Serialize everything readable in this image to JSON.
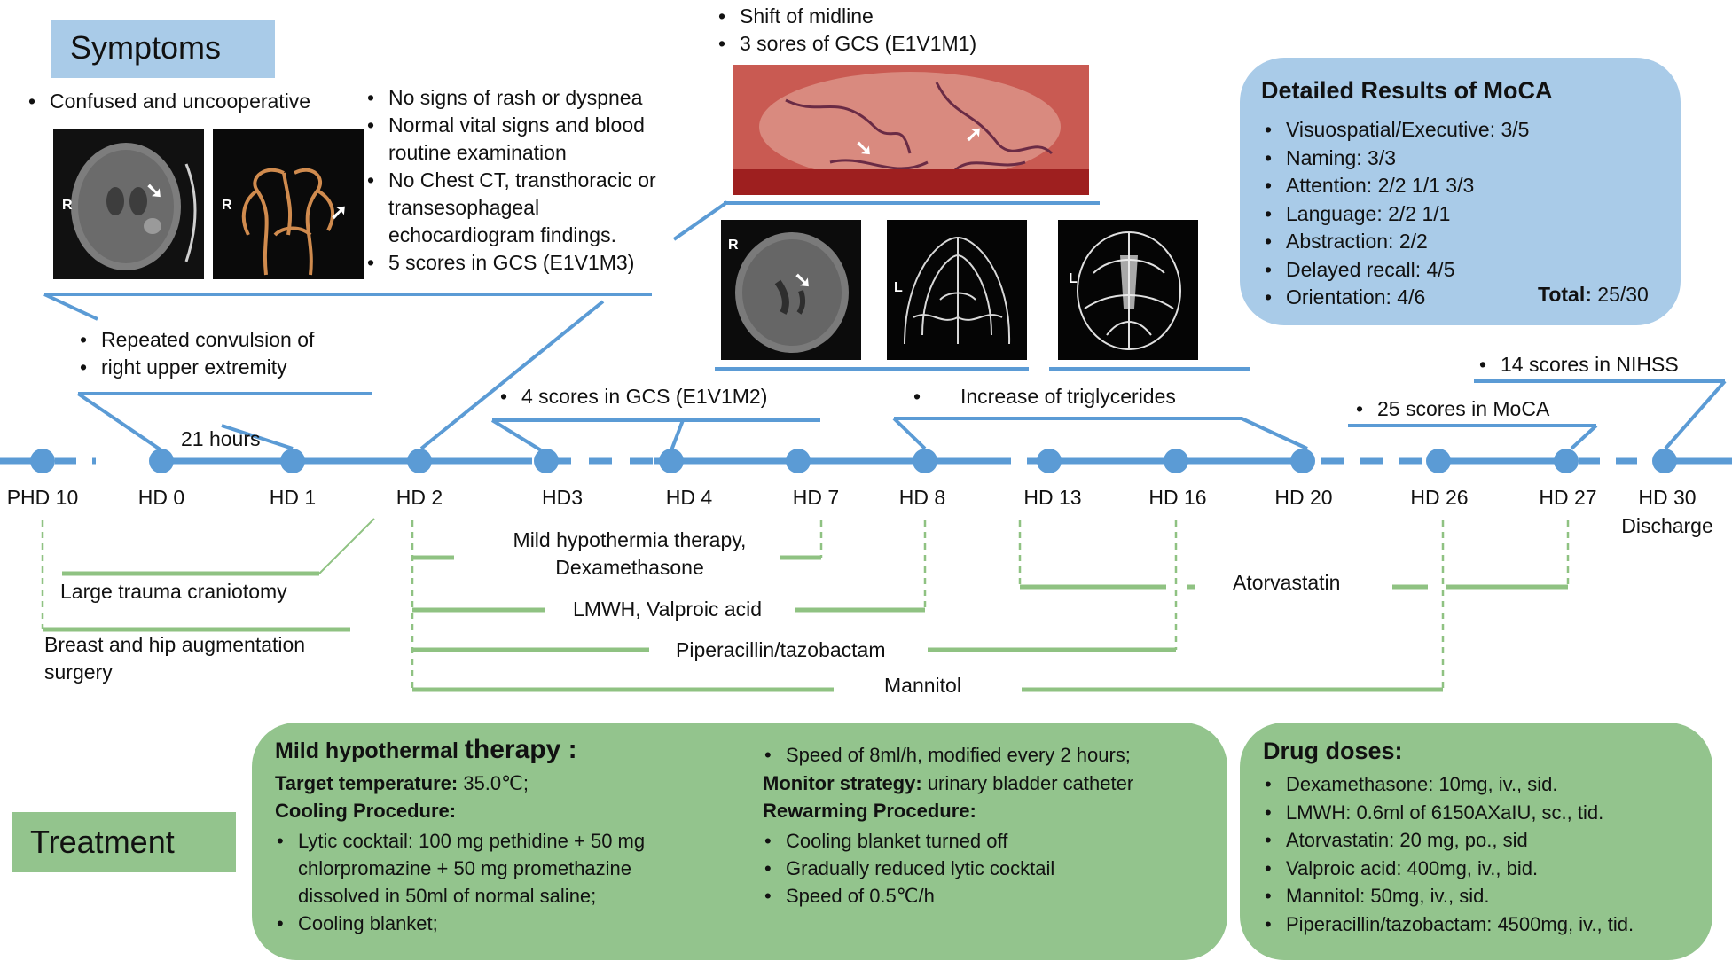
{
  "colors": {
    "blue": "#5b9bd5",
    "box_blue": "#a9cbe8",
    "green_line": "#8fc282",
    "green_box": "#93c48d",
    "tag_blue": "#a9cbe8",
    "tag_green": "#93c48d"
  },
  "symptoms": {
    "title": "Symptoms",
    "confused": "Confused and uncooperative",
    "findings": [
      "No signs of rash or dyspnea",
      "Normal vital signs and blood",
      "routine examination",
      "No Chest CT, transthoracic or",
      "transesophageal",
      "echocardiogram findings.",
      "5 scores in GCS (E1V1M3)"
    ],
    "convulsion": [
      "Repeated convulsion of",
      "right upper extremity"
    ],
    "hours": "21 hours",
    "midline": [
      "Shift of midline",
      "3 sores of GCS (E1V1M1)"
    ],
    "gcs4": "4 scores in GCS (E1V1M2)",
    "triglycerides": "Increase of  triglycerides",
    "moca25": "25 scores in MoCA",
    "nihss": "14 scores in NIHSS",
    "image_labels": [
      "R",
      "R",
      "R",
      "L",
      "L"
    ]
  },
  "moca": {
    "title": "Detailed Results of MoCA",
    "items": [
      "Visuospatial/Executive: 3/5",
      "Naming: 3/3",
      "Attention: 2/2 1/1 3/3",
      "Language: 2/2 1/1",
      "Abstraction: 2/2",
      "Delayed recall: 4/5",
      "Orientation: 4/6"
    ],
    "total_label": "Total:",
    "total_value": "25/30"
  },
  "timeline": {
    "days": [
      "PHD 10",
      "HD 0",
      "HD 1",
      "HD 2",
      "HD3",
      "HD 4",
      "HD 7",
      "HD 8",
      "HD 13",
      "HD 16",
      "HD 20",
      "HD 26",
      "HD 27",
      "HD 30"
    ],
    "discharge": "Discharge"
  },
  "treatments": {
    "hypothermia": [
      "Mild hypothermia therapy,",
      "Dexamethasone"
    ],
    "lmwh": "LMWH, Valproic acid",
    "pip": "Piperacillin/tazobactam",
    "mannitol": "Mannitol",
    "atorvastatin": "Atorvastatin",
    "craniotomy": "Large trauma craniotomy",
    "augmentation": [
      "Breast and hip augmentation",
      "surgery"
    ]
  },
  "treatment_tag": "Treatment",
  "hypothermal_box": {
    "title_small": "Mild hypothermal",
    "title_big": "therapy :",
    "target_label": "Target temperature:",
    "target_value": "35.0℃;",
    "cooling_label": "Cooling Procedure:",
    "cocktail": [
      "Lytic cocktail: 100 mg pethidine + 50 mg",
      "chlorpromazine + 50 mg promethazine",
      "dissolved in 50ml of normal saline;"
    ],
    "blanket": "Cooling blanket;",
    "speed": "Speed of 8ml/h, modified every 2 hours;",
    "monitor_label": "Monitor strategy:",
    "monitor_value": "urinary bladder catheter",
    "rewarm_label": "Rewarming Procedure:",
    "rewarm_items": [
      "Cooling blanket turned off",
      "Gradually reduced lytic cocktail",
      "Speed of 0.5℃/h"
    ]
  },
  "drug_box": {
    "title": "Drug doses:",
    "items": [
      "Dexamethasone: 10mg, iv., sid.",
      "LMWH: 0.6ml of 6150AXaIU, sc., tid.",
      "Atorvastatin: 20 mg, po., sid",
      "Valproic acid: 400mg, iv., bid.",
      "Mannitol: 50mg, iv., sid.",
      "Piperacillin/tazobactam: 4500mg, iv., tid."
    ]
  }
}
